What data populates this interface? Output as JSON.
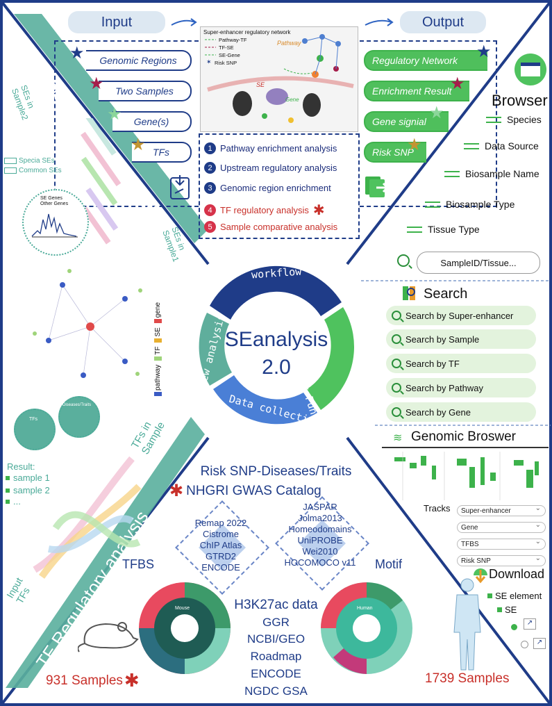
{
  "input": {
    "header": "Input",
    "items": [
      "Genomic Regions",
      "Two Samples",
      "Gene(s)",
      "TFs"
    ]
  },
  "output": {
    "header": "Output",
    "items": [
      "Regulatory Network",
      "Enrichment Result",
      "Gene signial",
      "Risk SNP"
    ]
  },
  "network": {
    "title": "Super-enhancer regulatory network",
    "legend": [
      "Pathway-TF",
      "TF-SE",
      "SE-Gene",
      "Risk SNP"
    ],
    "labels": {
      "pathway": "Pathway",
      "se": "SE",
      "gene": "Gene"
    }
  },
  "analyses": [
    {
      "num": "1",
      "label": "Pathway enrichment analysis"
    },
    {
      "num": "2",
      "label": "Upstream regulatory analysis"
    },
    {
      "num": "3",
      "label": "Genomic region enrichment"
    },
    {
      "num": "4",
      "label": "TF regulatory analysis"
    },
    {
      "num": "5",
      "label": "Sample comparative analysis"
    }
  ],
  "center": {
    "title": "SEanalysis",
    "version": "2.0",
    "ring": [
      "workflow",
      "Other Function",
      "Data collection",
      "New analysis"
    ]
  },
  "browser": {
    "title": "Browser",
    "filters": [
      "Species",
      "Data Source",
      "Biosample Name",
      "Biosample Type",
      "Tissue Type"
    ],
    "search_value": "SampleID/Tissue..."
  },
  "search": {
    "title": "Search",
    "items": [
      "Search by Super-enhancer",
      "Search by Sample",
      "Search by TF",
      "Search by Pathway",
      "Search by Gene"
    ]
  },
  "genomic_browser": {
    "title": "Genomic Broswer",
    "tracks_label": "Tracks",
    "tracks": [
      "Super-enhancer",
      "Gene",
      "TFBS",
      "Risk SNP"
    ]
  },
  "download": {
    "title": "Download",
    "items": [
      "SE element",
      "SE"
    ]
  },
  "left": {
    "sample_title": "Sample comparative analysis",
    "ses_sample2": "SEs in Sample2",
    "ses_sample1": "SEs in Sample1",
    "special": "Specia SEs",
    "common": "Common SEs",
    "se_genes": "SE Genes",
    "other_genes": "Other Genes",
    "net_legend": [
      "pathway",
      "TF",
      "SE",
      "gene"
    ],
    "tf_title": "TF Regulatory analysis",
    "tfs_in_sample": "TFs in Sample",
    "result": "Result:",
    "results": [
      "sample 1",
      "sample 2",
      "..."
    ],
    "input_tfs": "Input TFs",
    "mini_tfs": "TFs",
    "mini_diseases": "Diseases/Traits"
  },
  "bottom": {
    "risk": "Risk SNP-Diseases/Traits",
    "gwas": "NHGRI GWAS Catalog",
    "tfbs_label": "TFBS",
    "tfbs_sources": [
      "Remap 2022",
      "Cistrome",
      "ChIP Atlas",
      "GTRD2",
      "ENCODE"
    ],
    "motif_label": "Motif",
    "motif_sources": [
      "JASPAR",
      "Jolma2013",
      "Homeodomains",
      "UniPROBE",
      "Wei2010",
      "HOCOMOCO v11"
    ],
    "h3k27ac": "H3K27ac data",
    "h3_sources": [
      "GGR",
      "NCBI/GEO",
      "Roadmap",
      "ENCODE",
      "NGDC GSA"
    ],
    "mouse_samples": "931 Samples",
    "human_samples": "1739 Samples",
    "mouse_label": "Mouse",
    "human_label": "Human"
  },
  "colors": {
    "navy": "#1f3c88",
    "teal": "#4aaa98",
    "green": "#3db24b",
    "red": "#c8302a",
    "ring_blue": "#2e56c2",
    "ring_green": "#4fc25e",
    "ring_teal": "#5fae9c"
  }
}
